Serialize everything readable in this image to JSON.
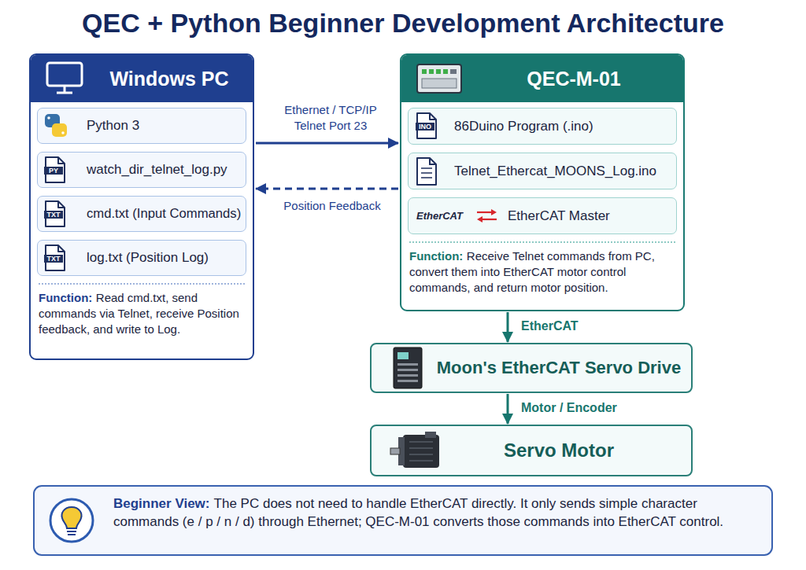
{
  "diagram": {
    "title": "QEC + Python Beginner Development Architecture",
    "nodes": [
      {
        "text": [
          "Windows PC",
          "Function:",
          "Read cmd.txt, send commands via Telnet, receive Position feedback, and write to Log."
        ]
      },
      {
        "text": [
          "Python 3"
        ],
        "in": 0
      },
      {
        "text": [
          "watch_dir_telnet_log.py"
        ],
        "in": 0
      },
      {
        "text": [
          "cmd.txt (Input Commands)"
        ],
        "in": 0
      },
      {
        "text": [
          "log.txt (Position Log)"
        ],
        "in": 0
      },
      {
        "text": [
          "QEC-M-01",
          "Function:",
          "Receive Telnet commands from PC, convert them into EtherCAT motor control commands, and return motor position."
        ]
      },
      {
        "text": [
          "86Duino Program (.ino)"
        ],
        "in": 5
      },
      {
        "text": [
          "Telnet_Ethercat_MOONS_Log.ino"
        ],
        "in": 5
      },
      {
        "text": [
          "EtherCAT",
          "EtherCAT Master"
        ],
        "in": 5
      },
      {
        "text": [
          "Moon's EtherCAT Servo Drive"
        ]
      },
      {
        "text": [
          "Servo Motor"
        ]
      },
      {
        "text": [
          "Beginner View:",
          "The PC does not need to handle EtherCAT directly. It only sends simple character commands (e / p / n / d) through Ethernet; QEC-M-01 converts those commands into EtherCAT control."
        ]
      }
    ],
    "edges": [
      {
        "from": 0,
        "to": 5,
        "label": "Ethernet / TCP/IP Telnet Port 23",
        "arrow": "to"
      },
      {
        "from": 5,
        "to": 0,
        "label": "Position Feedback",
        "arrow": "to"
      },
      {
        "from": 5,
        "to": 9,
        "label": "EtherCAT",
        "arrow": "to"
      },
      {
        "from": 9,
        "to": 10,
        "label": "Motor / Encoder",
        "arrow": "to"
      }
    ],
    "labels": [
      "PY",
      "TXT",
      "TXT",
      "INO"
    ]
  }
}
